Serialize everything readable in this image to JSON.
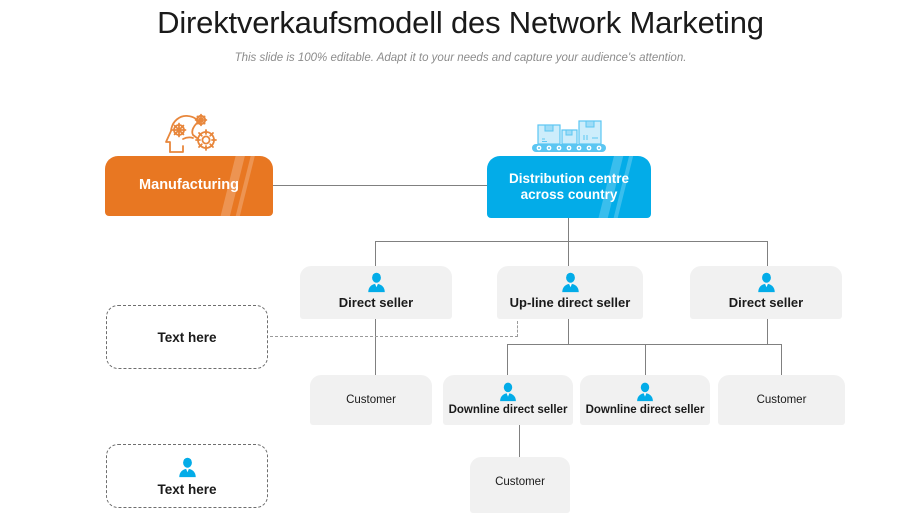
{
  "header": {
    "title": "Direktverkaufsmodell des Network Marketing",
    "subtitle": "This slide is 100% editable. Adapt it to your needs and capture your audience's attention."
  },
  "colors": {
    "orange": "#E87722",
    "blue": "#03ACE8",
    "node_fill": "#F1F1F1",
    "connector": "#808080",
    "text": "#1a1a1a",
    "subtitle": "#8c8c8c"
  },
  "diagram": {
    "type": "org-chart",
    "manufacturing": {
      "label": "Manufacturing",
      "icon": "manufacturing-gear-head-icon"
    },
    "distribution": {
      "label_line1": "Distribution centre",
      "label_line2": "across country",
      "icon": "conveyor-boxes-icon"
    },
    "sellers": [
      {
        "label": "Direct seller",
        "icon": "person-icon"
      },
      {
        "label": "Up-line direct seller",
        "icon": "person-icon"
      },
      {
        "label": "Direct seller",
        "icon": "person-icon"
      }
    ],
    "third_row": [
      {
        "label": "Customer",
        "icon": null
      },
      {
        "label": "Downline direct seller",
        "icon": "person-icon"
      },
      {
        "label": "Downline direct seller",
        "icon": "person-icon"
      },
      {
        "label": "Customer",
        "icon": null
      }
    ],
    "fourth_row": [
      {
        "label": "Customer",
        "icon": null
      }
    ],
    "legend": [
      {
        "label": "Text here",
        "icon": null
      },
      {
        "label": "Text here",
        "icon": "person-icon"
      }
    ]
  }
}
